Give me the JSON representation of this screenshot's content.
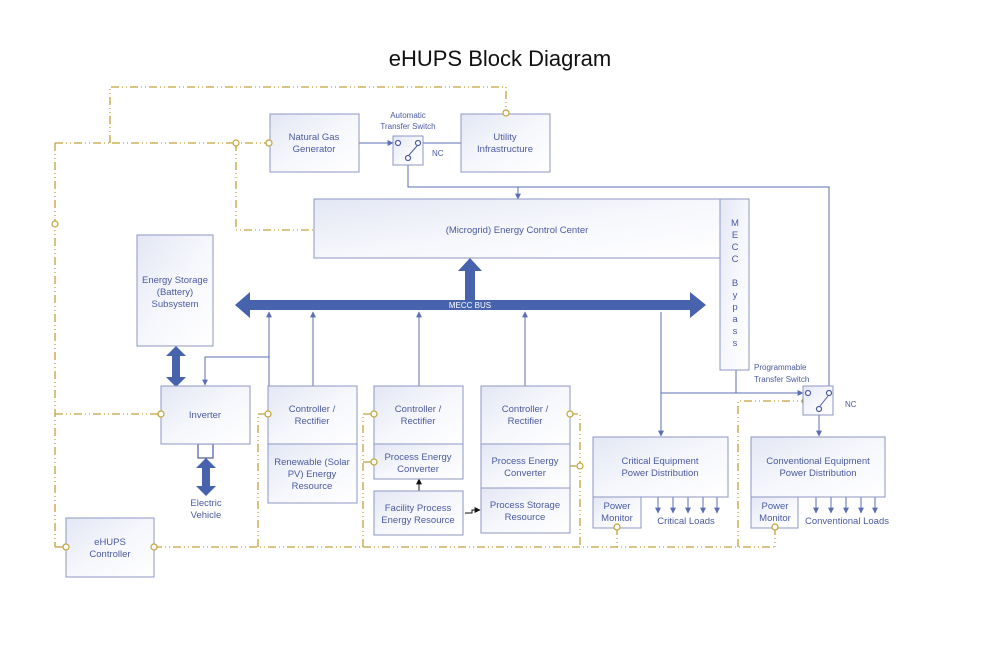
{
  "title": "eHUPS Block Diagram",
  "blocks": {
    "natural_gas_generator": [
      "Natural Gas",
      "Generator"
    ],
    "utility_infrastructure": [
      "Utility",
      "Infrastructure"
    ],
    "ats_label": [
      "Automatic",
      "Transfer Switch"
    ],
    "ats_nc": "NC",
    "energy_control_center": "(Microgrid) Energy Control Center",
    "mecc_bypass": [
      "M",
      "E",
      "C",
      "C",
      "",
      "B",
      "y",
      "p",
      "a",
      "s",
      "s"
    ],
    "energy_storage": [
      "Energy Storage",
      "(Battery)",
      "Subsystem"
    ],
    "mecc_bus": "MECC BUS",
    "inverter": "Inverter",
    "electric_vehicle": [
      "Electric",
      "Vehicle"
    ],
    "controller_rectifier": [
      "Controller /",
      "Rectifier"
    ],
    "renewable": [
      "Renewable (Solar",
      "PV) Energy",
      "Resource"
    ],
    "process_energy_converter": [
      "Process Energy",
      "Converter"
    ],
    "facility_process": [
      "Facility Process",
      "Energy Resource"
    ],
    "process_storage": [
      "Process Storage",
      "Resource"
    ],
    "critical_distribution": [
      "Critical Equipment",
      "Power Distribution"
    ],
    "conventional_distribution": [
      "Conventional Equipment",
      "Power Distribution"
    ],
    "power_monitor": [
      "Power",
      "Monitor"
    ],
    "critical_loads": "Critical Loads",
    "conventional_loads": "Conventional Loads",
    "pts_label": [
      "Programmable",
      "Transfer Switch"
    ],
    "pts_nc": "NC",
    "ehups_controller": [
      "eHUPS",
      "Controller"
    ]
  },
  "colors": {
    "wire": "#5b6fb5",
    "bus": "#4763ad",
    "control": "#c4a23a",
    "text": "#4a5ba0",
    "box_border": "#8d97c3"
  }
}
